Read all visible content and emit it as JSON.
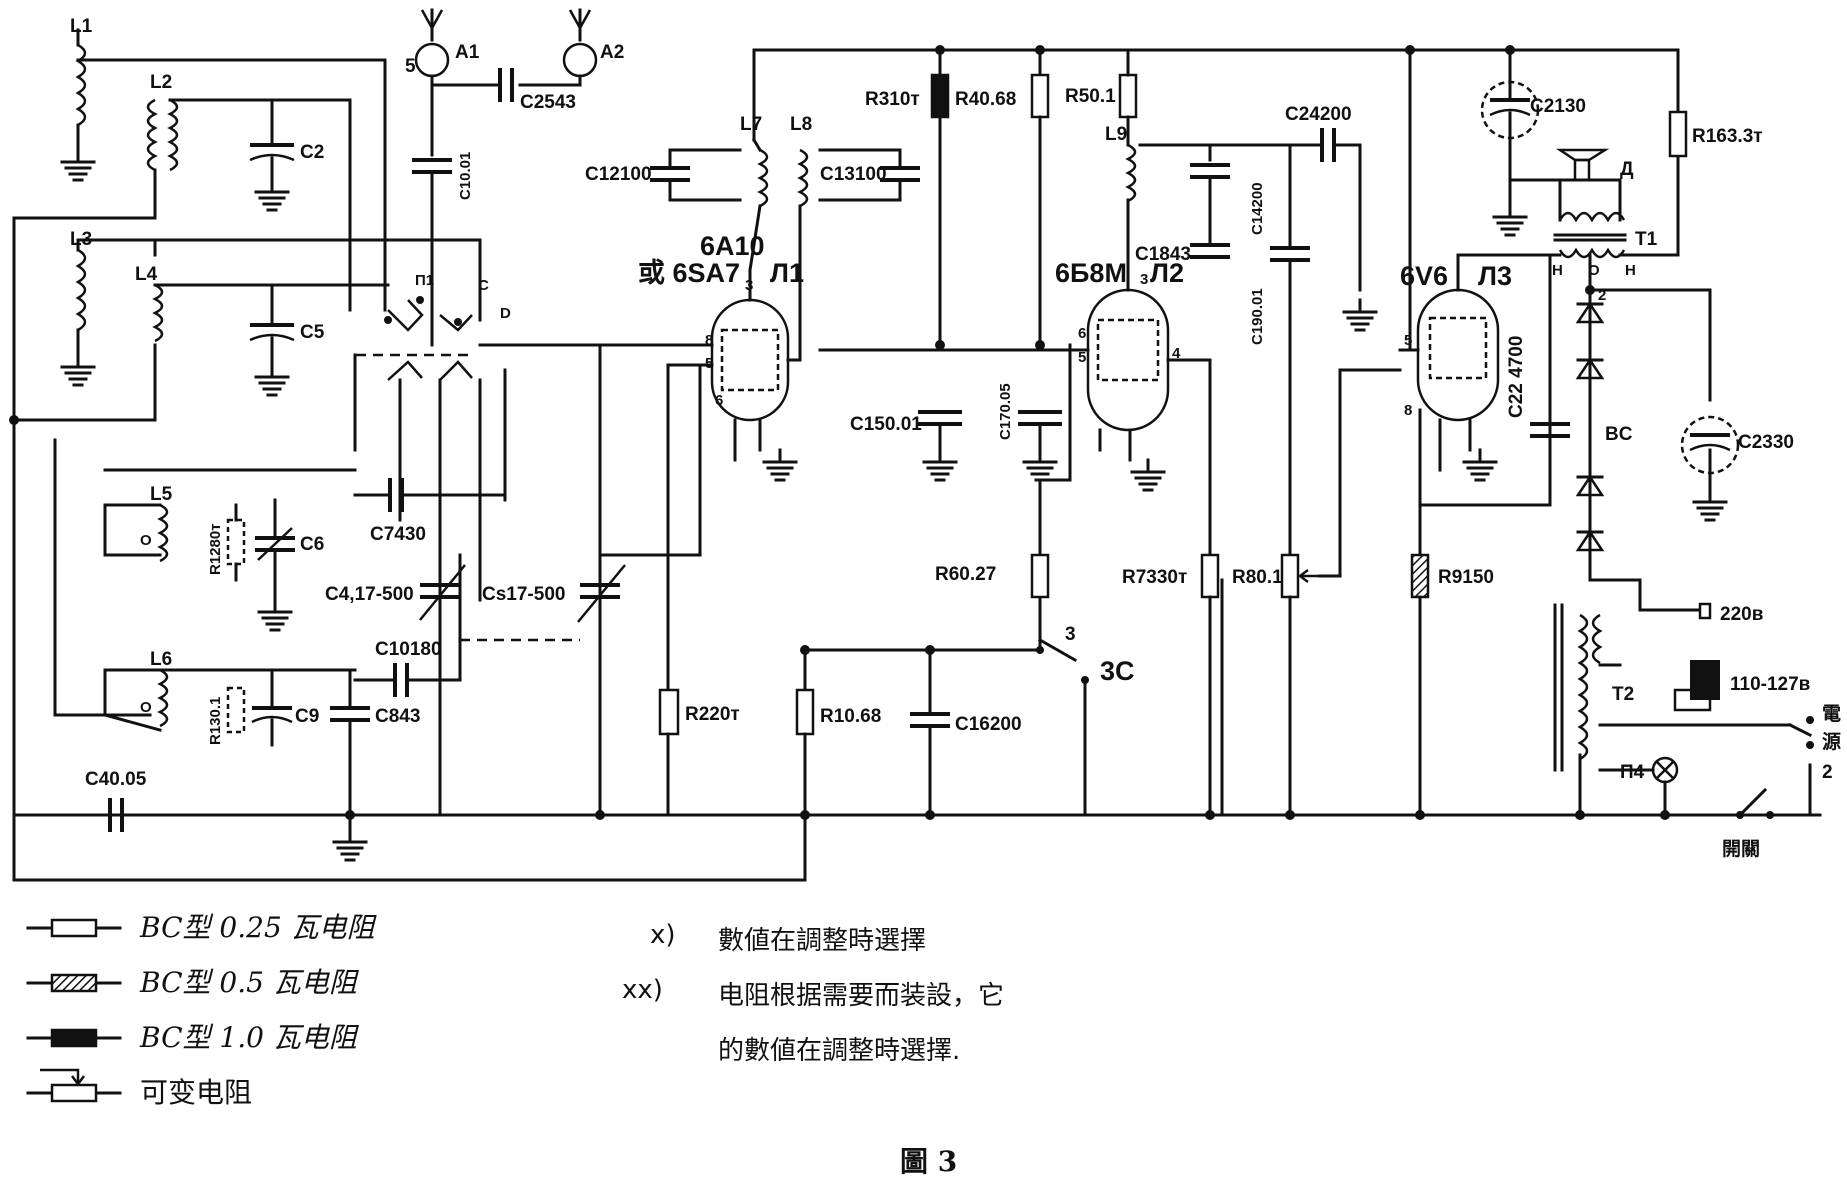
{
  "figure_caption": "圖 3",
  "tubes": [
    {
      "id": "L1",
      "name": "6A10",
      "alt": "或 6SA7",
      "symbol": "Л1"
    },
    {
      "id": "L2",
      "name": "6Б8М",
      "symbol": "Л2"
    },
    {
      "id": "L3",
      "name": "6V6",
      "symbol": "Л3"
    }
  ],
  "components": {
    "A1": "A1",
    "A2": "A2",
    "C25": "C2543",
    "C1": "C10.01",
    "C2": "C2",
    "C5": "C5",
    "C6": "C6",
    "C7": "C7430",
    "C4": "C4,17-500",
    "Cs": "Cs17-500",
    "C10": "C10180",
    "C9": "C9",
    "C8": "C843",
    "C4b": "C40.05",
    "C12": "C12100",
    "C13": "C13100",
    "C15": "C150.01",
    "C17": "C170.05",
    "C18": "C1843",
    "C19": "C190.01",
    "C14": "C14200",
    "C24": "C24200",
    "C16": "C16200",
    "C22": "C22 4700",
    "C21": "C2130",
    "C23": "C2330",
    "R3": "R310т",
    "R4": "R40.68",
    "R5": "R50.1",
    "R6": "R60.27",
    "R7": "R7330т",
    "R8": "R80.1",
    "R9": "R9150",
    "R10": "R10.68",
    "R2": "R220т",
    "R12": "R1280т",
    "R13": "R130.1",
    "R16": "R163.3т",
    "L1": "L1",
    "L2": "L2",
    "L3": "L3",
    "L4": "L4",
    "L5": "L5",
    "L6": "L6",
    "L7": "L7",
    "L8": "L8",
    "L9": "L9",
    "T1": "T1",
    "T2": "T2",
    "D": "Д",
    "BC": "BC",
    "SC": "3C",
    "Pi1": "П1",
    "Pi4": "П4",
    "mains_220": "220в",
    "mains_110": "110-127в",
    "power": "電源",
    "switch": "開關"
  },
  "legend": [
    {
      "symbol": "resistor-0.25",
      "text": "BC型 0.25 瓦电阻"
    },
    {
      "symbol": "resistor-0.5",
      "text": "BC型 0.5 瓦电阻"
    },
    {
      "symbol": "resistor-1.0",
      "text": "BC型 1.0 瓦电阻"
    },
    {
      "symbol": "resistor-variable",
      "text": "可变电阻"
    }
  ],
  "notes": [
    {
      "mark": "x)",
      "text": "數値在調整時選擇"
    },
    {
      "mark": "xx)",
      "text": "电阻根据需要而装設，它"
    },
    {
      "mark": "",
      "text": "的數値在調整時選擇."
    }
  ]
}
